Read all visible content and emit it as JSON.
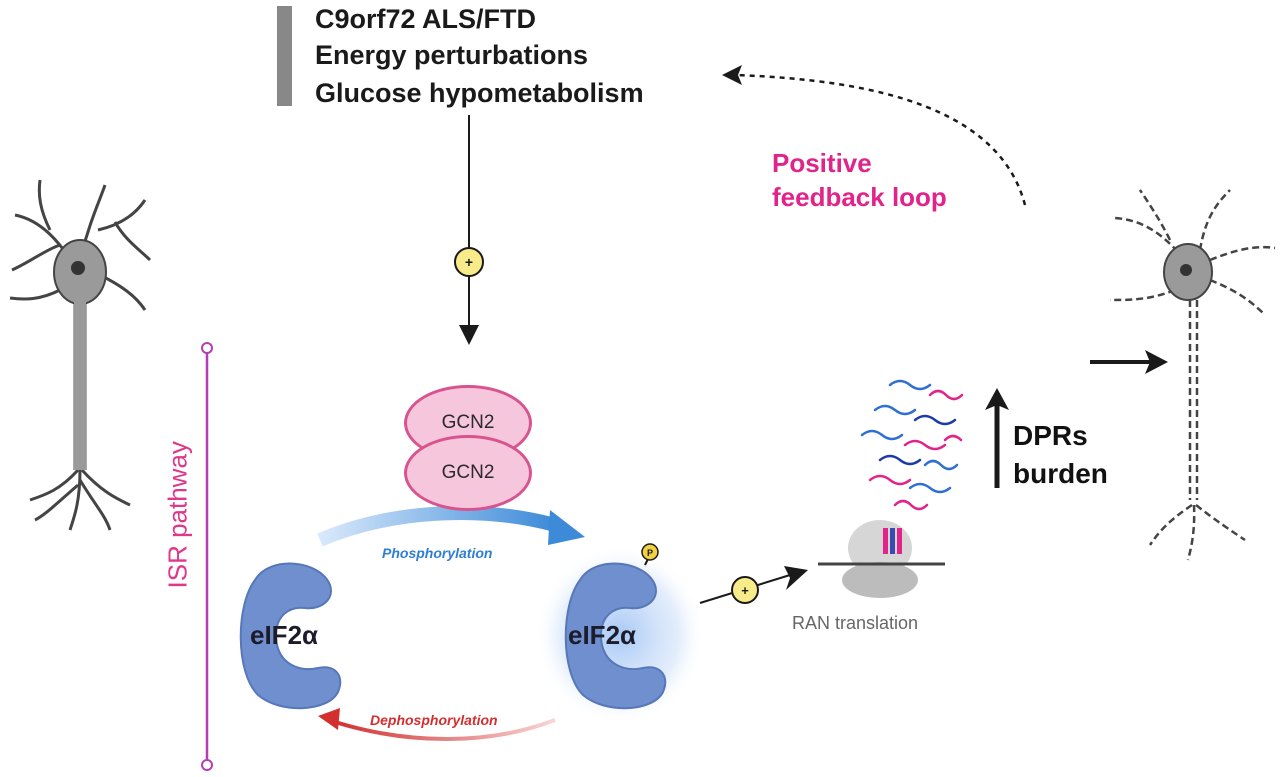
{
  "header": {
    "line1": "C9orf72 ALS/FTD",
    "line2": "Energy perturbations",
    "line3": "Glucose hypometabolism"
  },
  "feedback": {
    "line1": "Positive",
    "line2": "feedback loop"
  },
  "gcn2": {
    "top": "GCN2",
    "bottom": "GCN2"
  },
  "eif2a": {
    "left": "eIF2α",
    "right": "eIF2α"
  },
  "phosphorylation": "Phosphorylation",
  "dephosphorylation": "Dephosphorylation",
  "ran_translation": "RAN translation",
  "dprs": {
    "line1": "DPRs",
    "line2": "burden"
  },
  "isr_pathway": "ISR pathway",
  "colors": {
    "pink_accent": "#e0248a",
    "gcn_fill": "#f6c6dd",
    "eif_blue": "#6f8fcf",
    "phos_blue": "#2f7fd0",
    "dephos_red": "#d22f2f",
    "isr_magenta": "#b43fb4"
  },
  "icons": {
    "activation": "plus-circle-icon",
    "phosphate": "phosphate-p-icon"
  }
}
